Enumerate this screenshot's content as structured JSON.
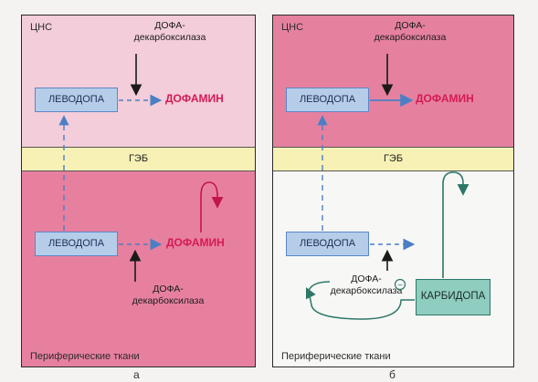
{
  "panel_a": {
    "cns_label": "ЦНС",
    "enzyme_top": "ДОФА-\nдекарбоксилаза",
    "levodopa_top": "ЛЕВОДОПА",
    "dopamine_top": "ДОФАМИН",
    "bbb": "ГЭБ",
    "levodopa_bottom": "ЛЕВОДОПА",
    "dopamine_bottom": "ДОФАМИН",
    "enzyme_bottom": "ДОФА-\nдекарбоксилаза",
    "periph_label": "Периферические ткани",
    "letter": "а"
  },
  "panel_b": {
    "cns_label": "ЦНС",
    "enzyme_top": "ДОФА-\nдекарбоксилаза",
    "levodopa_top": "ЛЕВОДОПА",
    "dopamine_top": "ДОФАМИН",
    "bbb": "ГЭБ",
    "levodopa_bottom": "ЛЕВОДОПА",
    "enzyme_bottom": "ДОФА-\nдекарбоксилаза",
    "carbidopa": "КАРБИДОПА",
    "inhibition_sign": "−",
    "periph_label": "Периферические ткани",
    "letter": "б"
  }
}
